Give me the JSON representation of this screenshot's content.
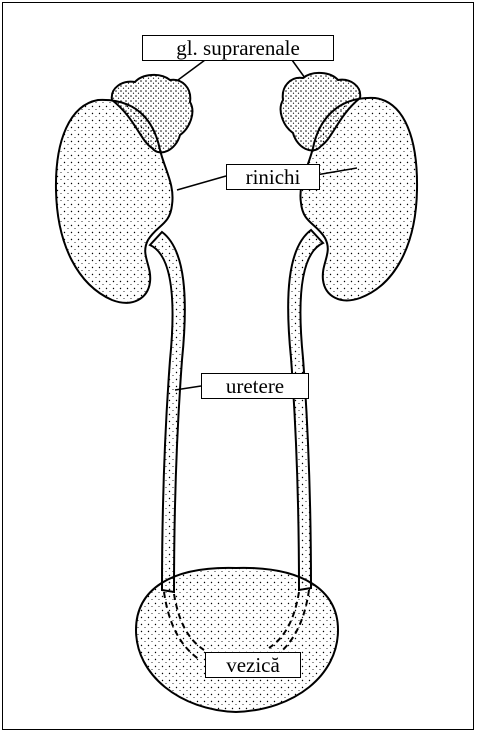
{
  "figure": {
    "labels": {
      "adrenal_glands": "gl. suprarenale",
      "kidneys": "rinichi",
      "ureters": "uretere",
      "bladder": "vezică"
    }
  }
}
